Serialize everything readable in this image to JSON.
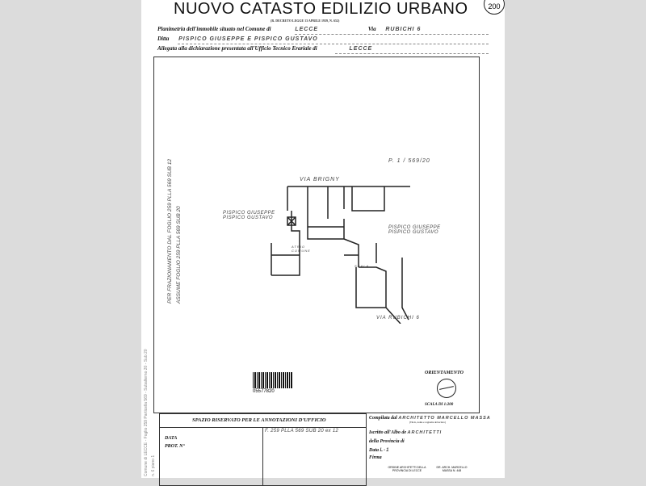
{
  "header": {
    "title": "NUOVO CATASTO EDILIZIO URBANO",
    "decree": "(R. DECRETO LEGGE 13 APRILE 1939, N. 652)",
    "stamp_number": "200"
  },
  "fields": {
    "planimetria_label": "Planimetria dell'immobile situato nel Comune di",
    "comune": "LECCE",
    "via_label": "Via",
    "via": "RUBICHI 6",
    "ditta_label": "Ditta",
    "ditta": "PISPICO GIUSEPPE E PISPICO GUSTAVO",
    "allegata_label": "Allegata alla dichiarazione presentata all'Ufficio Tecnico Erariale di",
    "ufficio": "LECCE"
  },
  "plan": {
    "side_note_1": "PER FRAZIONAMENTO DAL FOGLIO 259 PLLA 569 SUB 12",
    "side_note_2": "ASSUME FOGLIO 259 PLLA 569 SUB 20",
    "ref": "P. 1 / 569/20",
    "street_top": "VIA BRIGNY",
    "owner_left_1": "PISPICO GIUSEPPE",
    "owner_left_2": "PISPICO GUSTAVO",
    "owner_right_1": "PISPICO GIUSEPPE",
    "owner_right_2": "PISPICO GUSTAVO",
    "atrio": "ATRIO COMUNE",
    "scala": "SCALA",
    "street_bottom": "VIA RUBICHI 6",
    "barcode_number": "05577820",
    "orientamento": "ORIENTAMENTO",
    "scale": "SCALA DI 1:200"
  },
  "margin_note": "Comune di LECCE - Foglio 259 Particella 569 - Subalterno 20 - Sub 20",
  "margin_note_2": "n. 6 piano 1",
  "annotations": {
    "title": "SPAZIO RISERVATO PER LE ANNOTAZIONI D'UFFICIO",
    "data_label": "DATA",
    "prot_label": "PROT. N°",
    "note": "F. 259 PLLA 569 SUB 20 ex 12"
  },
  "compilata": {
    "compilata_label": "Compilata dal",
    "compilata_value": "ARCHITETTO MARCELLO MASSA",
    "subnote": "(Titolo, nome e cognome del tecnico)",
    "iscritto_label": "Iscritto all'Albo de",
    "iscritto_value": "ARCHITETTI",
    "provincia_label": "della Provincia di",
    "data_label": "Data",
    "data_value": "L-1",
    "firma_label": "Firma",
    "stamp_1": "ORDINE ARCHITETTI DELLA PROVINCIA DI LECCE",
    "stamp_2": "DR. ARCH. MARCELLO MASSA N. 448"
  }
}
